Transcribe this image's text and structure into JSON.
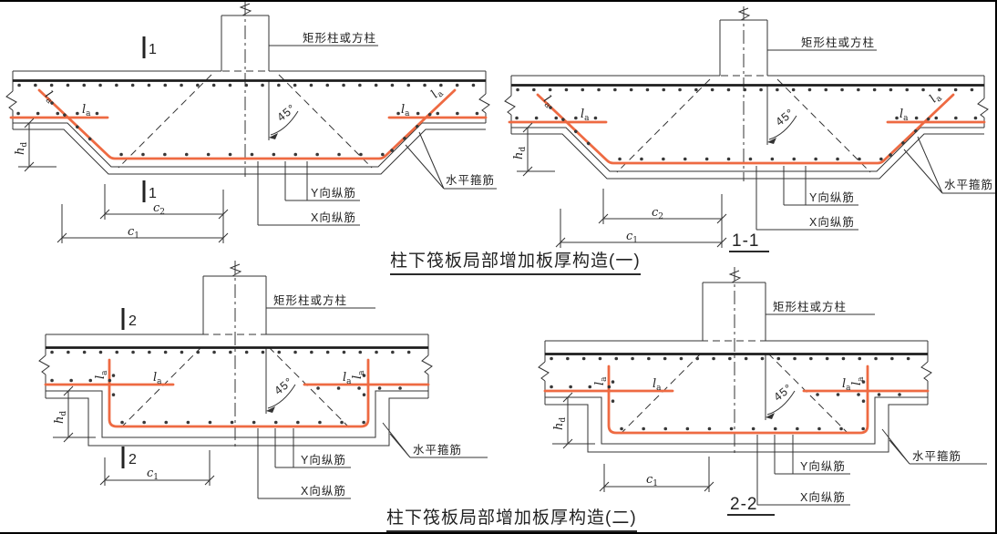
{
  "sheet": {
    "background": "#ffffff",
    "frame_color": "#000000"
  },
  "colors": {
    "rebar_accent": "#ee6a42",
    "drawing_line": "#333333"
  },
  "labels": {
    "column": "矩形柱或方柱",
    "angle": "45°",
    "anchor_base": "l",
    "anchor_sub": "a",
    "thickness_base": "h",
    "thickness_sub": "d",
    "c1_base": "c",
    "c1_sub": "1",
    "c2_base": "c",
    "c2_sub": "2",
    "y_bars": "Y向纵筋",
    "x_bars": "X向纵筋",
    "horizontal_stirrup": "水平箍筋"
  },
  "section_marks": {
    "plan_one": "1",
    "plan_two": "2",
    "cut_one": "1-1",
    "cut_two": "2-2"
  },
  "titles": {
    "detail_one": "柱下筏板局部增加板厚构造(一)",
    "detail_two": "柱下筏板局部增加板厚构造(二)"
  }
}
